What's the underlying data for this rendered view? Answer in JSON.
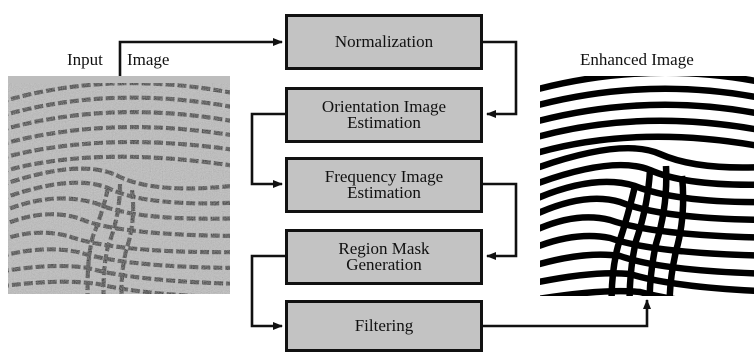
{
  "input_label_part1": "Input",
  "input_label_part2": "Image",
  "output_label": "Enhanced Image",
  "steps": [
    {
      "line1": "Normalization",
      "line2": ""
    },
    {
      "line1": "Orientation Image",
      "line2": "Estimation"
    },
    {
      "line1": "Frequency Image",
      "line2": "Estimation"
    },
    {
      "line1": "Region Mask",
      "line2": "Generation"
    },
    {
      "line1": "Filtering",
      "line2": ""
    }
  ],
  "colors": {
    "box_fill": "#c3c3c3",
    "line": "#111111"
  },
  "icons": {
    "input_image": "noisy-fingerprint-image",
    "output_image": "enhanced-fingerprint-image"
  }
}
